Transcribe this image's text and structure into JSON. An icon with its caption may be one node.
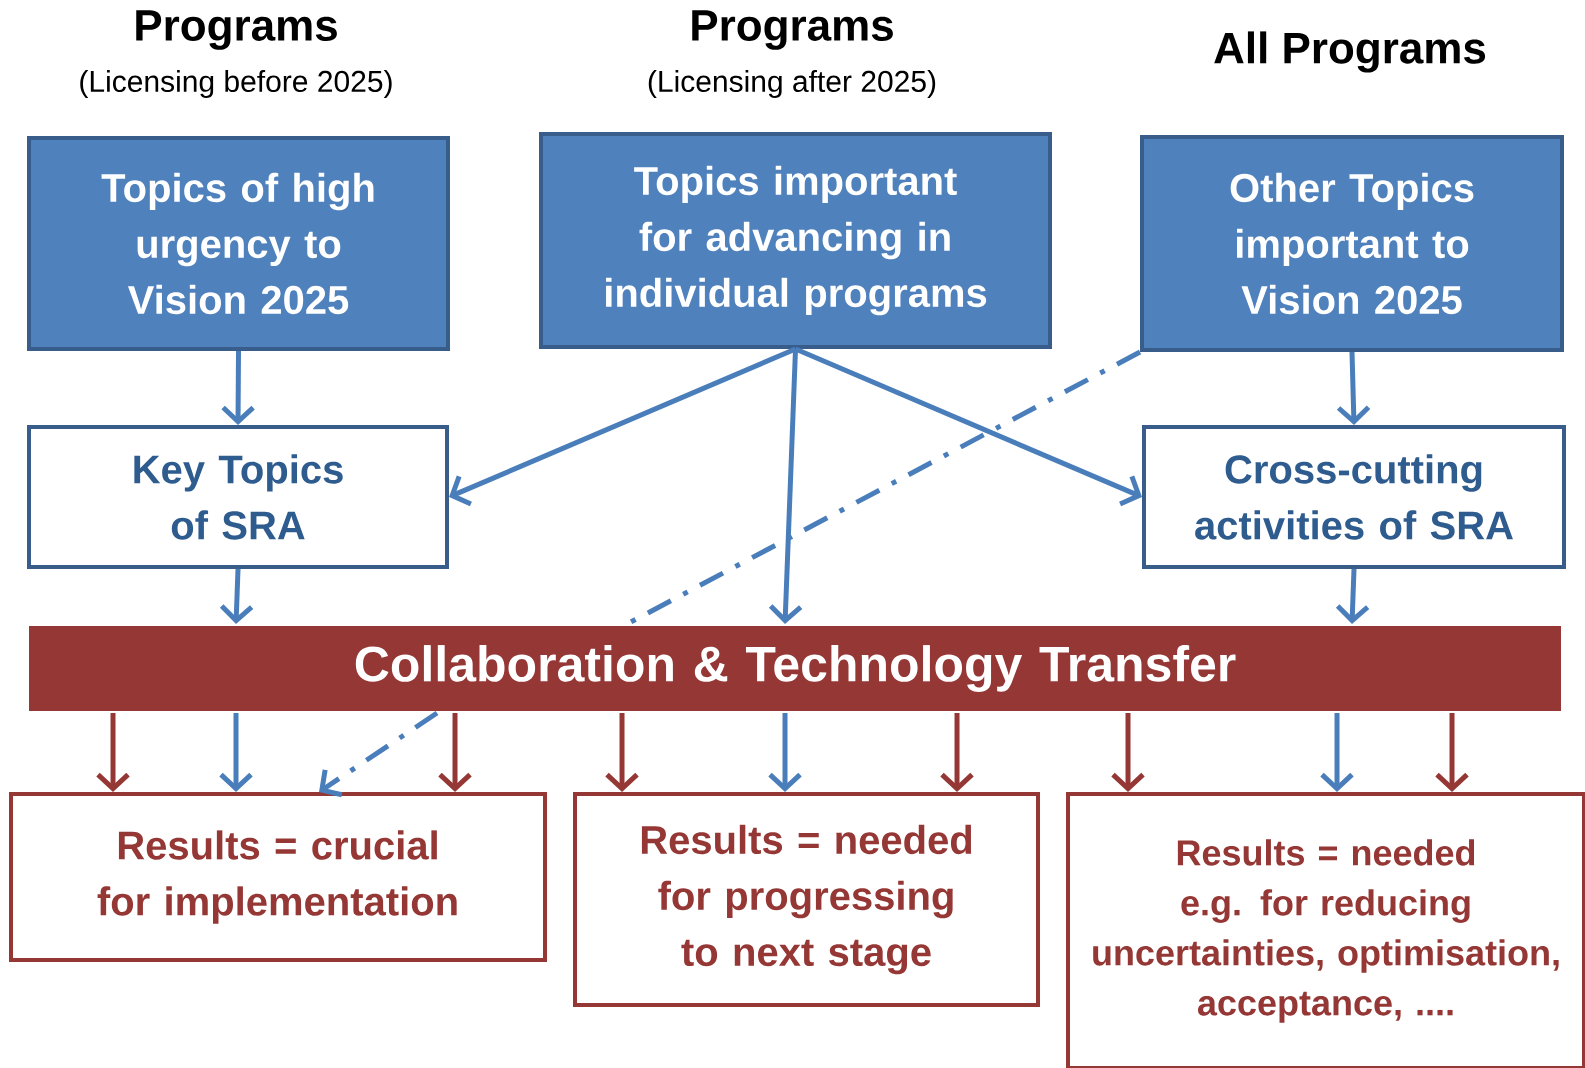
{
  "diagram": {
    "nodes": [
      {
        "text": [
          "Topics of high urgency to Vision 2025"
        ]
      },
      {
        "text": [
          "Topics important for advancing in individual programs"
        ]
      },
      {
        "text": [
          "Other Topics important to Vision 2025"
        ]
      },
      {
        "text": [
          "Key Topics of SRA"
        ]
      },
      {
        "text": [
          "Cross-cutting activities of SRA"
        ]
      },
      {
        "text": [
          "Collaboration & Technology Transfer"
        ]
      },
      {
        "text": [
          "Results = crucial for implementation"
        ]
      },
      {
        "text": [
          "Results = needed for progressing to next stage"
        ]
      },
      {
        "text": [
          "Results = needed e.g. for reducing uncertainties, optimisation, acceptance, ...."
        ]
      }
    ],
    "edges": [
      {
        "from": 0,
        "to": 3,
        "arrow": "to"
      },
      {
        "from": 1,
        "to": 3,
        "arrow": "to"
      },
      {
        "from": 1,
        "to": 5,
        "arrow": "to"
      },
      {
        "from": 1,
        "to": 4,
        "arrow": "to"
      },
      {
        "from": 2,
        "to": 4,
        "arrow": "to"
      },
      {
        "from": 3,
        "to": 5,
        "arrow": "to"
      },
      {
        "from": 4,
        "to": 5,
        "arrow": "to"
      },
      {
        "from": 2,
        "to": 5,
        "arrow": "none",
        "style": "dashed"
      },
      {
        "from": 5,
        "to": 6,
        "arrow": "to",
        "style": "dashed"
      },
      {
        "from": 5,
        "to": 6,
        "arrow": "to",
        "color": "#953735"
      },
      {
        "from": 5,
        "to": 6,
        "arrow": "to"
      },
      {
        "from": 5,
        "to": 6,
        "arrow": "to",
        "color": "#953735"
      },
      {
        "from": 5,
        "to": 7,
        "arrow": "to",
        "color": "#953735"
      },
      {
        "from": 5,
        "to": 7,
        "arrow": "to"
      },
      {
        "from": 5,
        "to": 7,
        "arrow": "to",
        "color": "#953735"
      },
      {
        "from": 5,
        "to": 8,
        "arrow": "to",
        "color": "#953735"
      },
      {
        "from": 5,
        "to": 8,
        "arrow": "to"
      },
      {
        "from": 5,
        "to": 8,
        "arrow": "to",
        "color": "#953735"
      }
    ],
    "labels": [
      "Programs",
      "(Licensing before 2025)",
      "Programs",
      "(Licensing after 2025)",
      "All Programs"
    ]
  }
}
